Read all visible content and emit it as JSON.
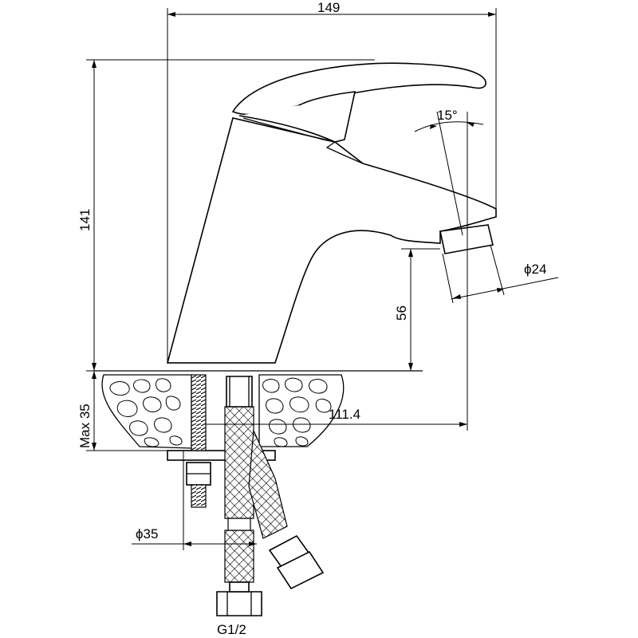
{
  "drawing": {
    "dimensions": {
      "overall_width": "149",
      "overall_height": "141",
      "spout_height": "56",
      "handle_angle": "15°",
      "aerator_diameter": "ϕ24",
      "spout_reach": "111.4",
      "max_deck_thickness": "Max 35",
      "mounting_diameter": "ϕ35",
      "thread": "G1/2"
    },
    "icons": [
      "faucet-body-icon",
      "lever-handle-icon",
      "flexible-hose-icon",
      "threaded-stud-icon",
      "hex-nut-icon"
    ]
  }
}
